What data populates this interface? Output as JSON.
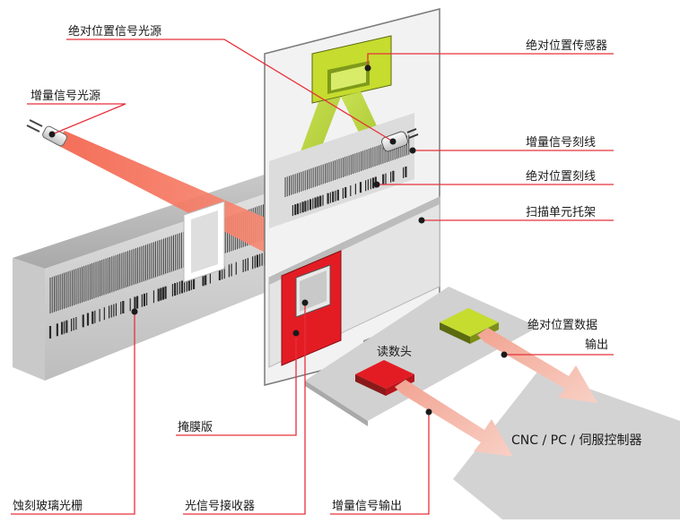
{
  "labels": {
    "absolute_light_source": "绝对位置信号光源",
    "incremental_light_source": "增量信号光源",
    "absolute_sensor": "绝对位置传感器",
    "incremental_graduation": "增量信号刻线",
    "absolute_graduation": "绝对位置刻线",
    "scanning_carriage": "扫描单元托架",
    "absolute_data_output_line1": "绝对位置数据",
    "absolute_data_output_line2": "输出",
    "read_head": "读数头",
    "controller": "CNC / PC / 伺服控制器",
    "mask": "掩膜版",
    "glass_scale": "蚀刻玻璃光栅",
    "photo_receiver": "光信号接收器",
    "incremental_output": "增量信号输出"
  },
  "colors": {
    "leader_line": "#e8303a",
    "incremental_beam": "#f0553f",
    "absolute_beam": "#b9d632",
    "sensor_yellow": "#c6dc2e",
    "receiver_red": "#e31c24",
    "panel_light": "#f3f3f3",
    "platform_gray": "#d2d2d2"
  }
}
